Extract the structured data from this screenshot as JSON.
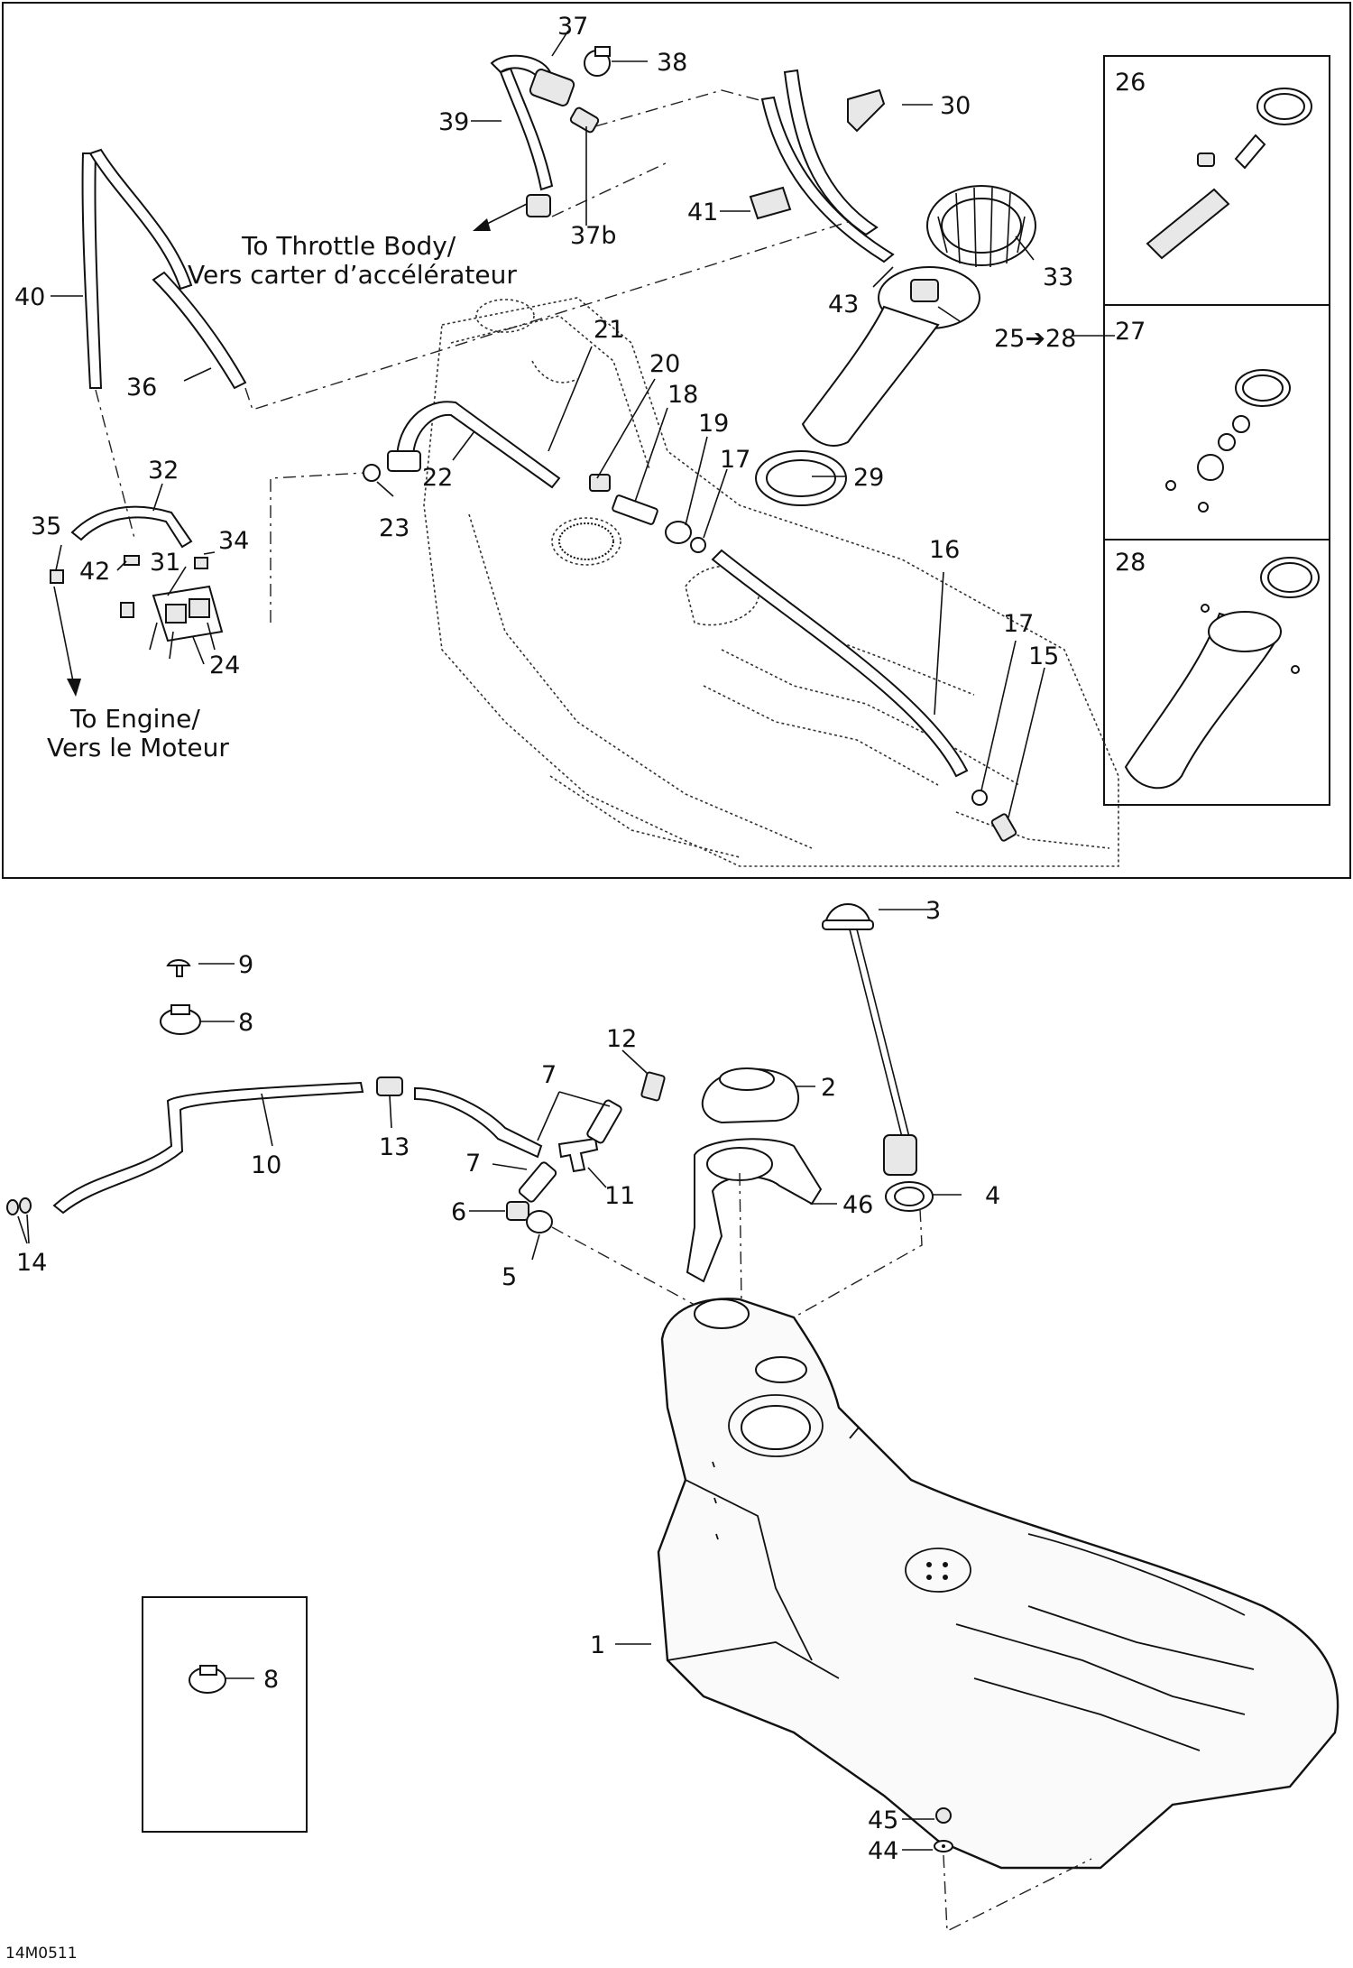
{
  "diagram": {
    "code": "14M0511",
    "notes": {
      "throttle_line1": "To Throttle Body/",
      "throttle_line2": "Vers carter d’accélérateur",
      "engine_line1": "To Engine/",
      "engine_line2": "Vers le Moteur"
    },
    "callouts": [
      {
        "id": "c37",
        "text": "37"
      },
      {
        "id": "c38",
        "text": "38"
      },
      {
        "id": "c39",
        "text": "39"
      },
      {
        "id": "c37b",
        "text": "37b"
      },
      {
        "id": "c30",
        "text": "30"
      },
      {
        "id": "c41",
        "text": "41"
      },
      {
        "id": "c26",
        "text": "26"
      },
      {
        "id": "c27",
        "text": "27"
      },
      {
        "id": "c28",
        "text": "28"
      },
      {
        "id": "c40",
        "text": "40"
      },
      {
        "id": "c36",
        "text": "36"
      },
      {
        "id": "c33",
        "text": "33"
      },
      {
        "id": "c43",
        "text": "43"
      },
      {
        "id": "c25",
        "text": "25➔28"
      },
      {
        "id": "c21",
        "text": "21"
      },
      {
        "id": "c20",
        "text": "20"
      },
      {
        "id": "c18",
        "text": "18"
      },
      {
        "id": "c19",
        "text": "19"
      },
      {
        "id": "c17a",
        "text": "17"
      },
      {
        "id": "c29",
        "text": "29"
      },
      {
        "id": "c22",
        "text": "22"
      },
      {
        "id": "c32",
        "text": "32"
      },
      {
        "id": "c23",
        "text": "23"
      },
      {
        "id": "c35",
        "text": "35"
      },
      {
        "id": "c34",
        "text": "34"
      },
      {
        "id": "c42",
        "text": "42"
      },
      {
        "id": "c31",
        "text": "31"
      },
      {
        "id": "c24",
        "text": "24"
      },
      {
        "id": "c16",
        "text": "16"
      },
      {
        "id": "c17b",
        "text": "17"
      },
      {
        "id": "c15",
        "text": "15"
      },
      {
        "id": "c3",
        "text": "3"
      },
      {
        "id": "c9",
        "text": "9"
      },
      {
        "id": "c8a",
        "text": "8"
      },
      {
        "id": "c12",
        "text": "12"
      },
      {
        "id": "c7a",
        "text": "7"
      },
      {
        "id": "c2",
        "text": "2"
      },
      {
        "id": "c10",
        "text": "10"
      },
      {
        "id": "c13",
        "text": "13"
      },
      {
        "id": "c7b",
        "text": "7"
      },
      {
        "id": "c11",
        "text": "11"
      },
      {
        "id": "c46",
        "text": "46"
      },
      {
        "id": "c4",
        "text": "4"
      },
      {
        "id": "c6",
        "text": "6"
      },
      {
        "id": "c5",
        "text": "5"
      },
      {
        "id": "c14",
        "text": "14"
      },
      {
        "id": "c1",
        "text": "1"
      },
      {
        "id": "c8b",
        "text": "8"
      },
      {
        "id": "c45",
        "text": "45"
      },
      {
        "id": "c44",
        "text": "44"
      }
    ]
  }
}
